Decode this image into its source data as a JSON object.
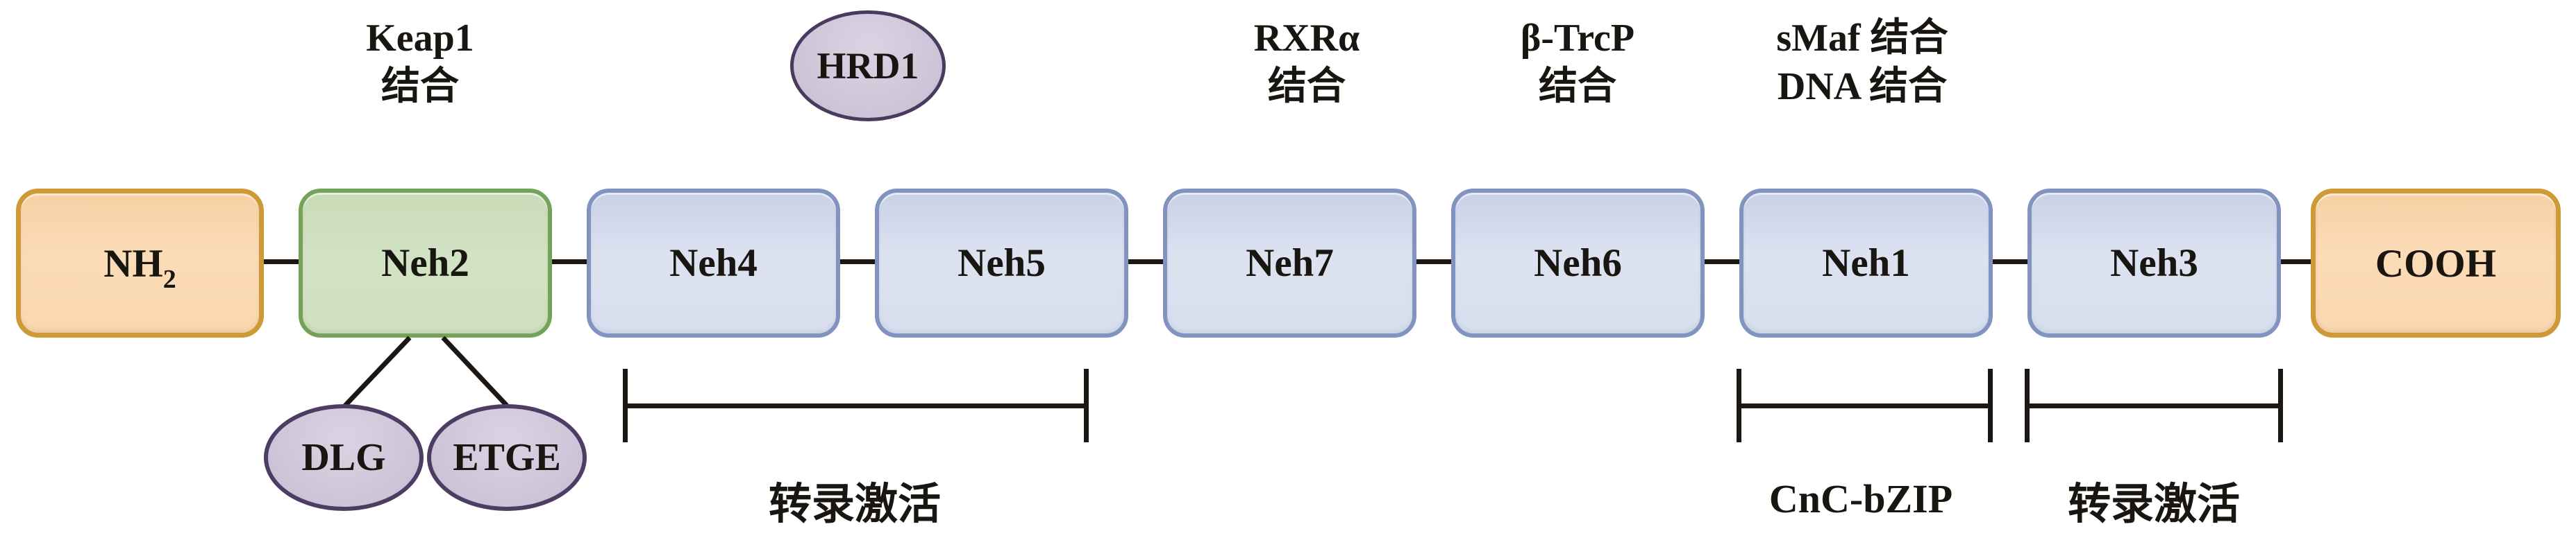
{
  "annotations_top": {
    "keap1_binding": {
      "line1": "Keap1",
      "line2": "结合"
    },
    "hrd1": {
      "label": "HRD1"
    },
    "rxra_binding": {
      "line1": "RXRα",
      "line2": "结合"
    },
    "btrcp_binding": {
      "line1": "β-TrcP",
      "line2": "结合"
    },
    "smaf_dna_binding": {
      "line1": "sMaf 结合",
      "line2": "DNA 结合"
    }
  },
  "chain": {
    "boxes": [
      {
        "label": "NH",
        "subscript": "2",
        "kind": "terminal"
      },
      {
        "label": "Neh2",
        "kind": "domain"
      },
      {
        "label": "Neh4",
        "kind": "domain"
      },
      {
        "label": "Neh5",
        "kind": "domain"
      },
      {
        "label": "Neh7",
        "kind": "domain"
      },
      {
        "label": "Neh6",
        "kind": "domain"
      },
      {
        "label": "Neh1",
        "kind": "domain"
      },
      {
        "label": "Neh3",
        "kind": "domain"
      },
      {
        "label": "COOH",
        "kind": "terminal"
      }
    ]
  },
  "motifs": {
    "dlg": "DLG",
    "etge": "ETGE"
  },
  "annotations_bottom": {
    "transactivation_1": "转录激活",
    "cnc_bzip": "CnC-bZIP",
    "transactivation_2": "转录激活"
  },
  "colors": {
    "terminal_fill": "#FBD9B3",
    "terminal_border": "#CE9937",
    "neh2_fill": "#CFE0C0",
    "neh2_border": "#74A258",
    "neh_fill": "#D8DEED",
    "neh_border": "#8193BE",
    "ellipse_fill": "#CEC7D9",
    "ellipse_border": "#4E3D63",
    "line": "#1C1712",
    "text": "#191511"
  }
}
